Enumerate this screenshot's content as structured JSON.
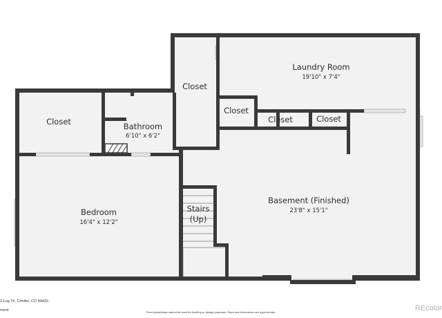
{
  "colors": {
    "wall": "#3a3a3a",
    "floor": "#f2f2f2",
    "window": "#e4e4e4",
    "brand": "#b3b3b3"
  },
  "rooms": [
    {
      "name": "Laundry Room",
      "dims": "19'10\" x 7'4\""
    },
    {
      "name": "Closet",
      "dims": ""
    },
    {
      "name": "Closet",
      "dims": ""
    },
    {
      "name": "Closet",
      "dims": ""
    },
    {
      "name": "Closet",
      "dims": ""
    },
    {
      "name": "Closet",
      "dims": ""
    },
    {
      "name": "Bathroom",
      "dims": "6'10\" x 6'2\""
    },
    {
      "name": "Bedroom",
      "dims": "16'4\" x 12'2\""
    },
    {
      "name": "Stairs",
      "dims": "(Up)"
    },
    {
      "name": "Basement (Finished)",
      "dims": "23'8\" x 15'1\""
    }
  ],
  "footer": {
    "address": "1 Log Trl, Conifer, CO 80433",
    "statement": "ment",
    "disclaimer": "Floor plans/maps cannot be used for building or design purposes. Sizes and dimensions are approximate.",
    "brand": "REcolor"
  }
}
